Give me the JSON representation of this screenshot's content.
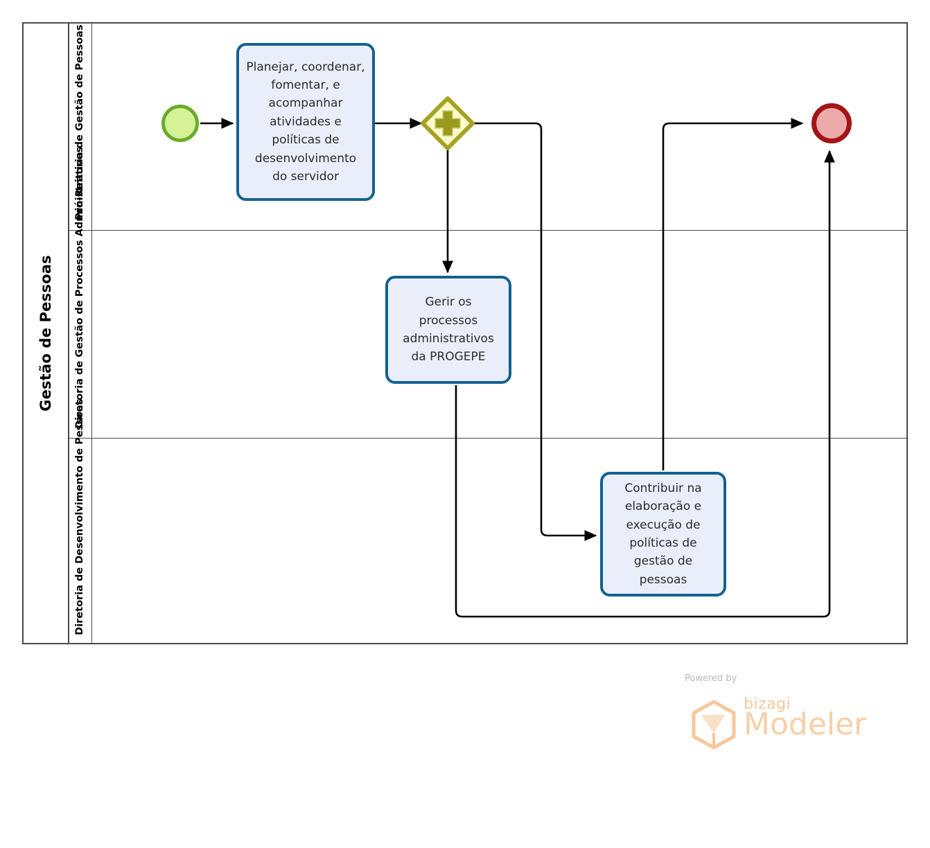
{
  "diagram": {
    "type": "bpmn-process",
    "pool": {
      "title": "Gestão de Pessoas"
    },
    "lanes": [
      {
        "id": "lane-pro-reitoria",
        "label": "Pró-Reitoria de Gestão de Pessoas"
      },
      {
        "id": "lane-gestao-processos",
        "label": "Diretoria de Gestão de Processos Administrativos"
      },
      {
        "id": "lane-desenvolvimento",
        "label": "Diretoria de Desenvolvimento de Pessoas"
      }
    ],
    "nodes": {
      "start_event": {
        "type": "start-event",
        "label": ""
      },
      "task_planejar": {
        "type": "task",
        "label": "Planejar, coordenar, fomentar, e acompanhar atividades e políticas de desenvolvimento do servidor"
      },
      "gateway_parallel": {
        "type": "parallel-gateway",
        "symbol": "+",
        "label": ""
      },
      "task_gerir": {
        "type": "task",
        "label": "Gerir os processos administrativos da PROGEPE"
      },
      "task_contribuir": {
        "type": "task",
        "label": "Contribuir na elaboração e execução de políticas de gestão de pessoas"
      },
      "end_event": {
        "type": "end-event",
        "label": ""
      }
    },
    "colors": {
      "task_fill": "#eaeefb",
      "task_stroke": "#12628f",
      "start_fill": "#d6f297",
      "start_stroke": "#69ad2b",
      "end_fill": "#eeaaaa",
      "end_stroke": "#a31515",
      "gateway_fill": "#fcfbcd",
      "gateway_stroke": "#a5a322",
      "gateway_symbol": "#9a9a1e",
      "lane_border": "#4a4a4a",
      "flow": "#000000"
    }
  },
  "watermark": {
    "powered_by": "Powered by",
    "brand": "bizagi",
    "product": "Modeler"
  }
}
